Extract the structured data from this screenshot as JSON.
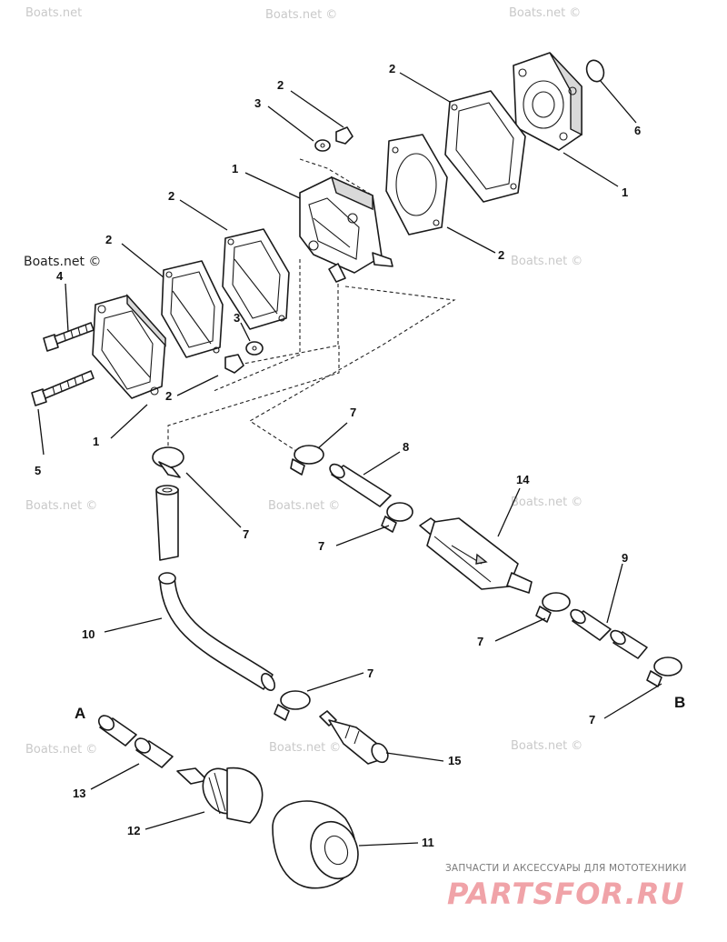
{
  "watermarks": {
    "boats_net": "Boats.net",
    "boats_net_copy": "Boats.net ©"
  },
  "callouts": {
    "n1": "1",
    "n2": "2",
    "n3": "3",
    "n4": "4",
    "n5": "5",
    "n6": "6",
    "n7": "7",
    "n8": "8",
    "n9": "9",
    "n10": "10",
    "n11": "11",
    "n12": "12",
    "n13": "13",
    "n14": "14",
    "n15": "15"
  },
  "connectors": {
    "a": "A",
    "b": "B"
  },
  "brand": {
    "tagline": "ЗАПЧАСТИ И АКСЕССУАРЫ ДЛЯ МОТОТЕХНИКИ",
    "name": "PARTSFOR.RU",
    "color": "#f0a3a8"
  }
}
